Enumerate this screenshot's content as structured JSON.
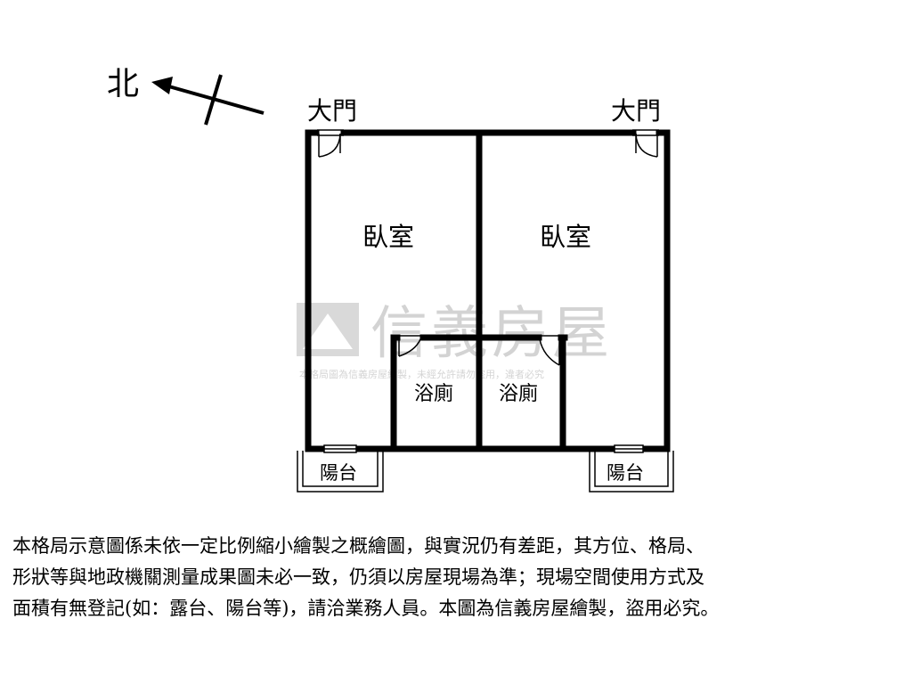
{
  "compass": {
    "label": "北"
  },
  "plan": {
    "labels": {
      "entrance_left": "大門",
      "entrance_right": "大門",
      "bedroom_left": "臥室",
      "bedroom_right": "臥室",
      "bathroom_left": "浴廁",
      "bathroom_right": "浴廁",
      "balcony_left": "陽台",
      "balcony_right": "陽台"
    }
  },
  "watermark": {
    "brand": "信義房屋",
    "notice": "本格局圖為信義房屋繪製，未經允許請勿盜用，違者必究"
  },
  "disclaimer": {
    "lines": [
      "本格局示意圖係未依一定比例縮小繪製之概繪圖，與實況仍有差距，其方位、格局、",
      "形狀等與地政機關測量成果圖未必一致，仍須以房屋現場為準；現場空間使用方式及",
      "面積有無登記(如：露台、陽台等)，請洽業務人員。本圖為信義房屋繪製，盜用必究。"
    ]
  }
}
